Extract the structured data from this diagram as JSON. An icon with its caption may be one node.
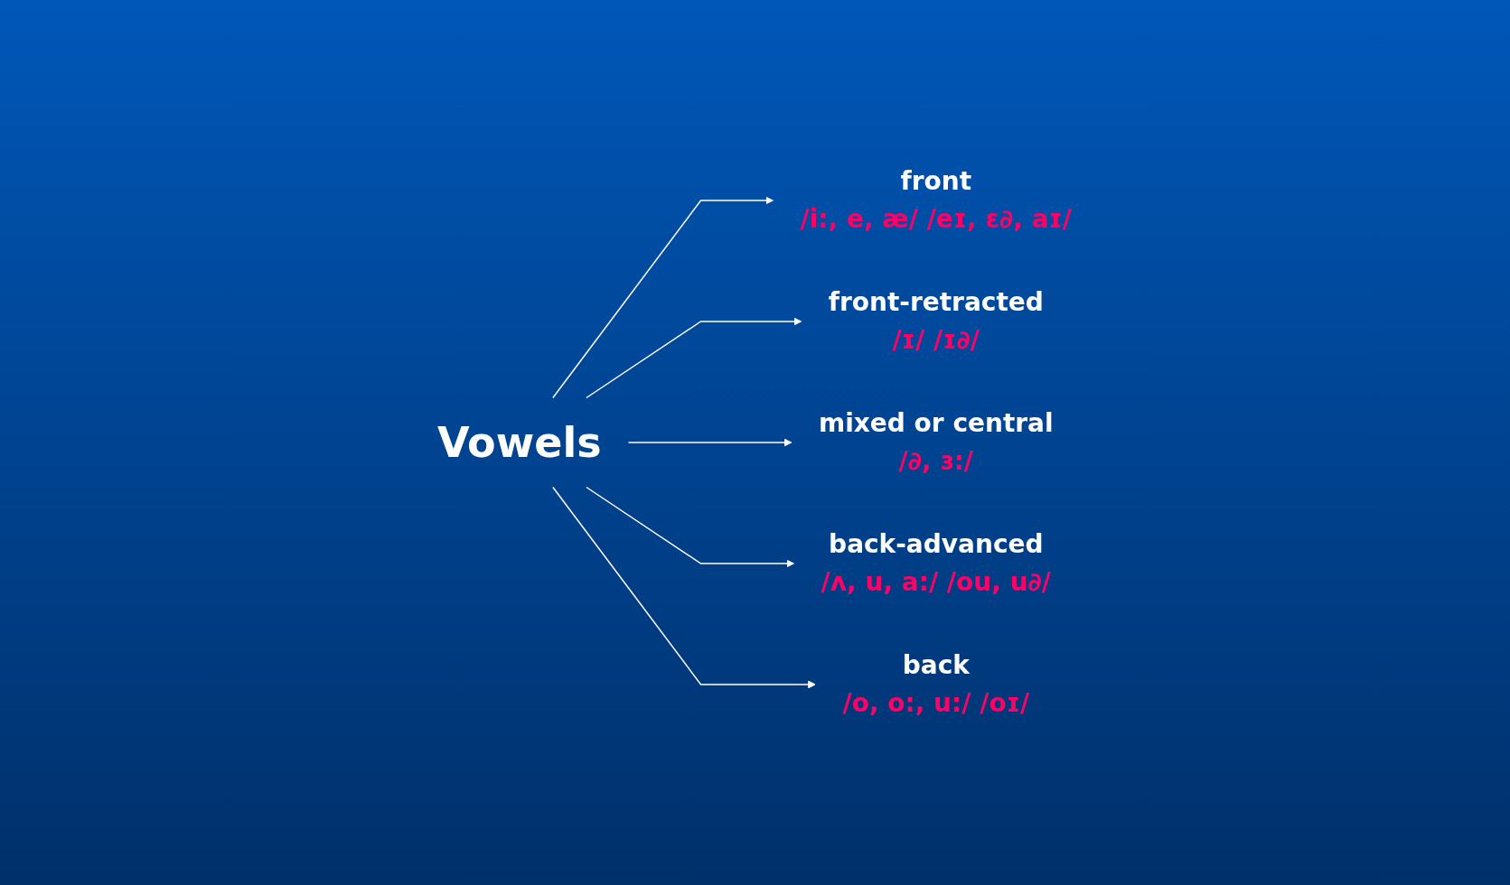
{
  "diagram": {
    "nodes": [
      {
        "text": [
          "Vowels"
        ]
      },
      {
        "text": [
          "front",
          "/i:, e, æ/  /eɪ, ɛ∂, aɪ/"
        ]
      },
      {
        "text": [
          "front-retracted",
          "/ɪ/  /ɪ∂/"
        ]
      },
      {
        "text": [
          "mixed or central",
          "/∂, ɜ:/"
        ]
      },
      {
        "text": [
          "back-advanced",
          "/ʌ, u, a:/  /ou, u∂/"
        ]
      },
      {
        "text": [
          "back",
          "/o, o:, u:/ /oɪ/"
        ]
      }
    ],
    "edges": [
      {
        "from": 0,
        "to": 1,
        "arrow": "to"
      },
      {
        "from": 0,
        "to": 2,
        "arrow": "to"
      },
      {
        "from": 0,
        "to": 3,
        "arrow": "to"
      },
      {
        "from": 0,
        "to": 4,
        "arrow": "to"
      },
      {
        "from": 0,
        "to": 5,
        "arrow": "to"
      }
    ]
  }
}
